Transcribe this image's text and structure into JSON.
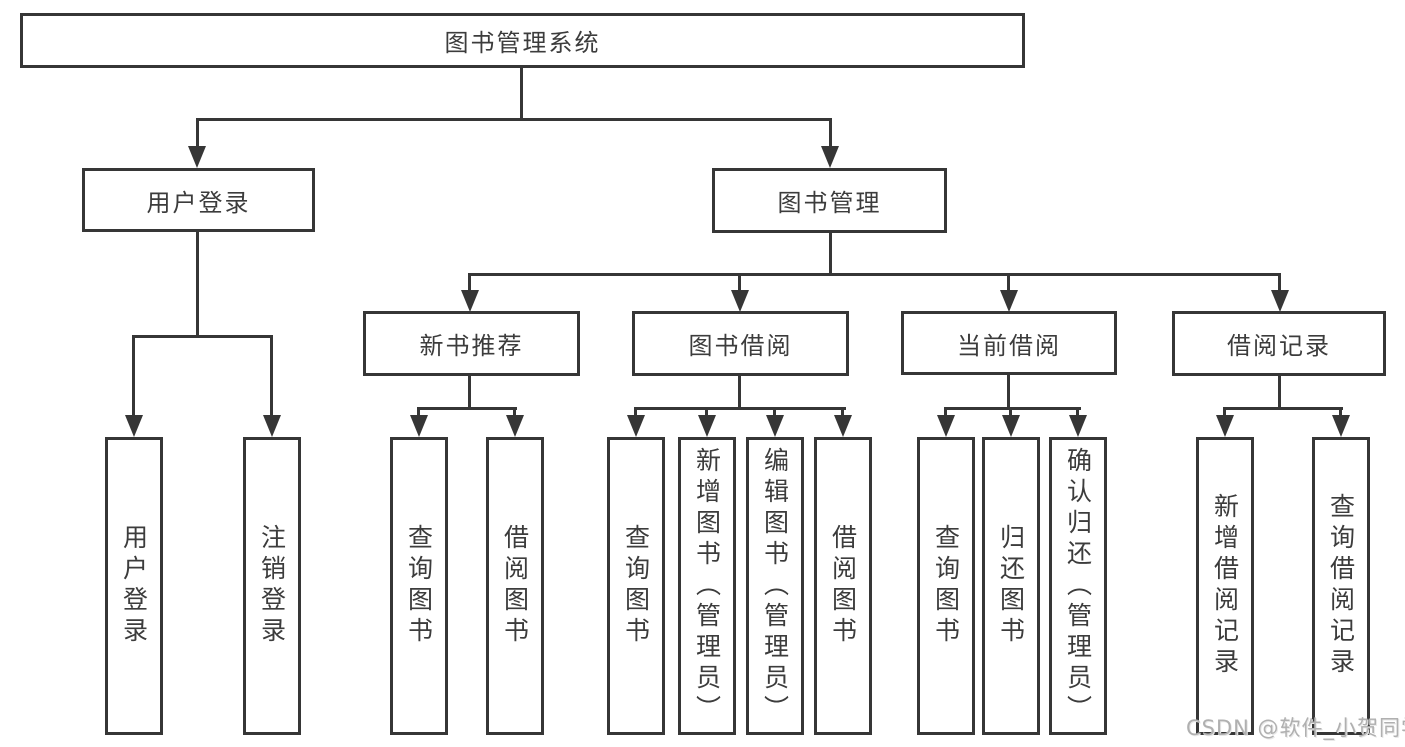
{
  "diagram_title": "图书管理系统",
  "tree": {
    "label": "图书管理系统",
    "children": [
      {
        "label": "用户登录",
        "children": [
          {
            "label": "用户登录"
          },
          {
            "label": "注销登录"
          }
        ]
      },
      {
        "label": "图书管理",
        "children": [
          {
            "label": "新书推荐",
            "children": [
              {
                "label": "查询图书"
              },
              {
                "label": "借阅图书"
              }
            ]
          },
          {
            "label": "图书借阅",
            "children": [
              {
                "label": "查询图书"
              },
              {
                "label": "新增图书（管理员）"
              },
              {
                "label": "编辑图书（管理员）"
              },
              {
                "label": "借阅图书"
              }
            ]
          },
          {
            "label": "当前借阅",
            "children": [
              {
                "label": "查询图书"
              },
              {
                "label": "归还图书"
              },
              {
                "label": "确认归还（管理员）"
              }
            ]
          },
          {
            "label": "借阅记录",
            "children": [
              {
                "label": "新增借阅记录"
              },
              {
                "label": "查询借阅记录"
              }
            ]
          }
        ]
      }
    ]
  },
  "watermark": {
    "text": "CSDN @软件_小贺同学"
  },
  "colors": {
    "line": "#363636",
    "text": "#3c3c3c",
    "watermark": "#b0b0b0",
    "background": "#ffffff"
  }
}
